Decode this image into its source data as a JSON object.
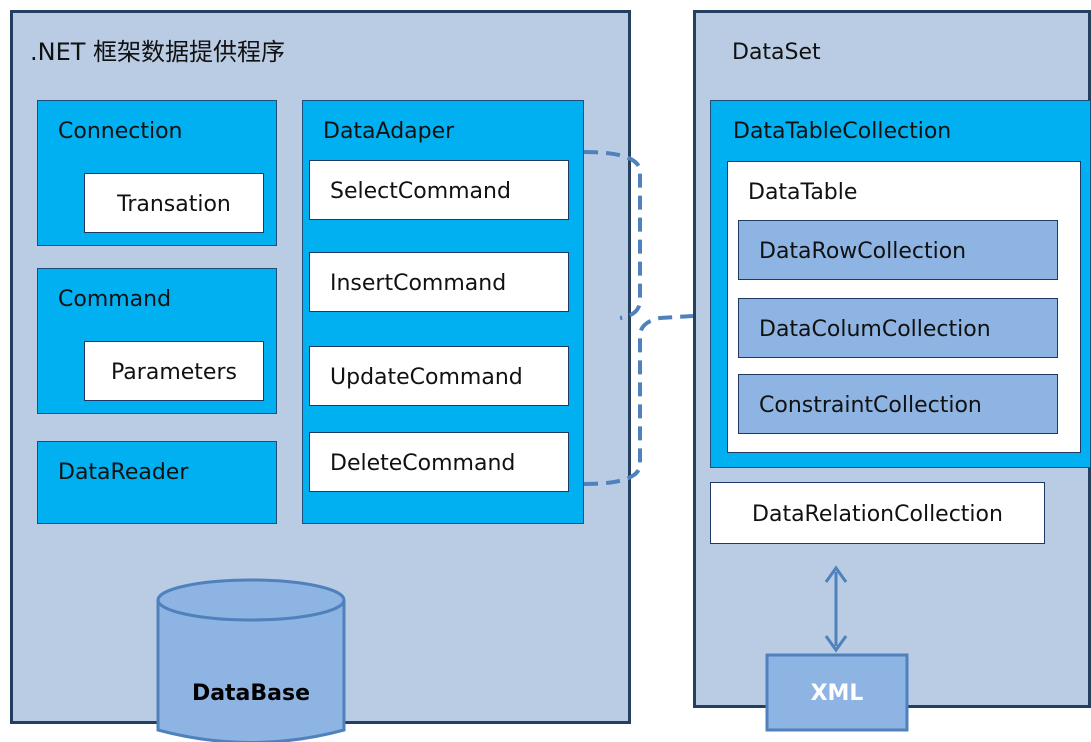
{
  "provider": {
    "title": ".NET 框架数据提供程序",
    "connection": {
      "label": "Connection",
      "child": "Transation"
    },
    "command": {
      "label": "Command",
      "child": "Parameters"
    },
    "datareader": {
      "label": "DataReader"
    },
    "dataadapter": {
      "label": "DataAdaper",
      "commands": [
        "SelectCommand",
        "InsertCommand",
        "UpdateCommand",
        "DeleteCommand"
      ]
    }
  },
  "dataset": {
    "title": "DataSet",
    "tablecollection": {
      "label": "DataTableCollection",
      "datatable": {
        "label": "DataTable",
        "collections": [
          "DataRowCollection",
          "DataColumCollection",
          "ConstraintCollection"
        ]
      }
    },
    "relation": "DataRelationCollection"
  },
  "database": {
    "label": "DataBase"
  },
  "xml": {
    "label": "XML"
  },
  "colors": {
    "panel_fill": "#b9cce4",
    "panel_border": "#243f60",
    "accent_cyan": "#00b0f0",
    "collection_fill": "#8eb4e3",
    "connector": "#4f81bd"
  }
}
